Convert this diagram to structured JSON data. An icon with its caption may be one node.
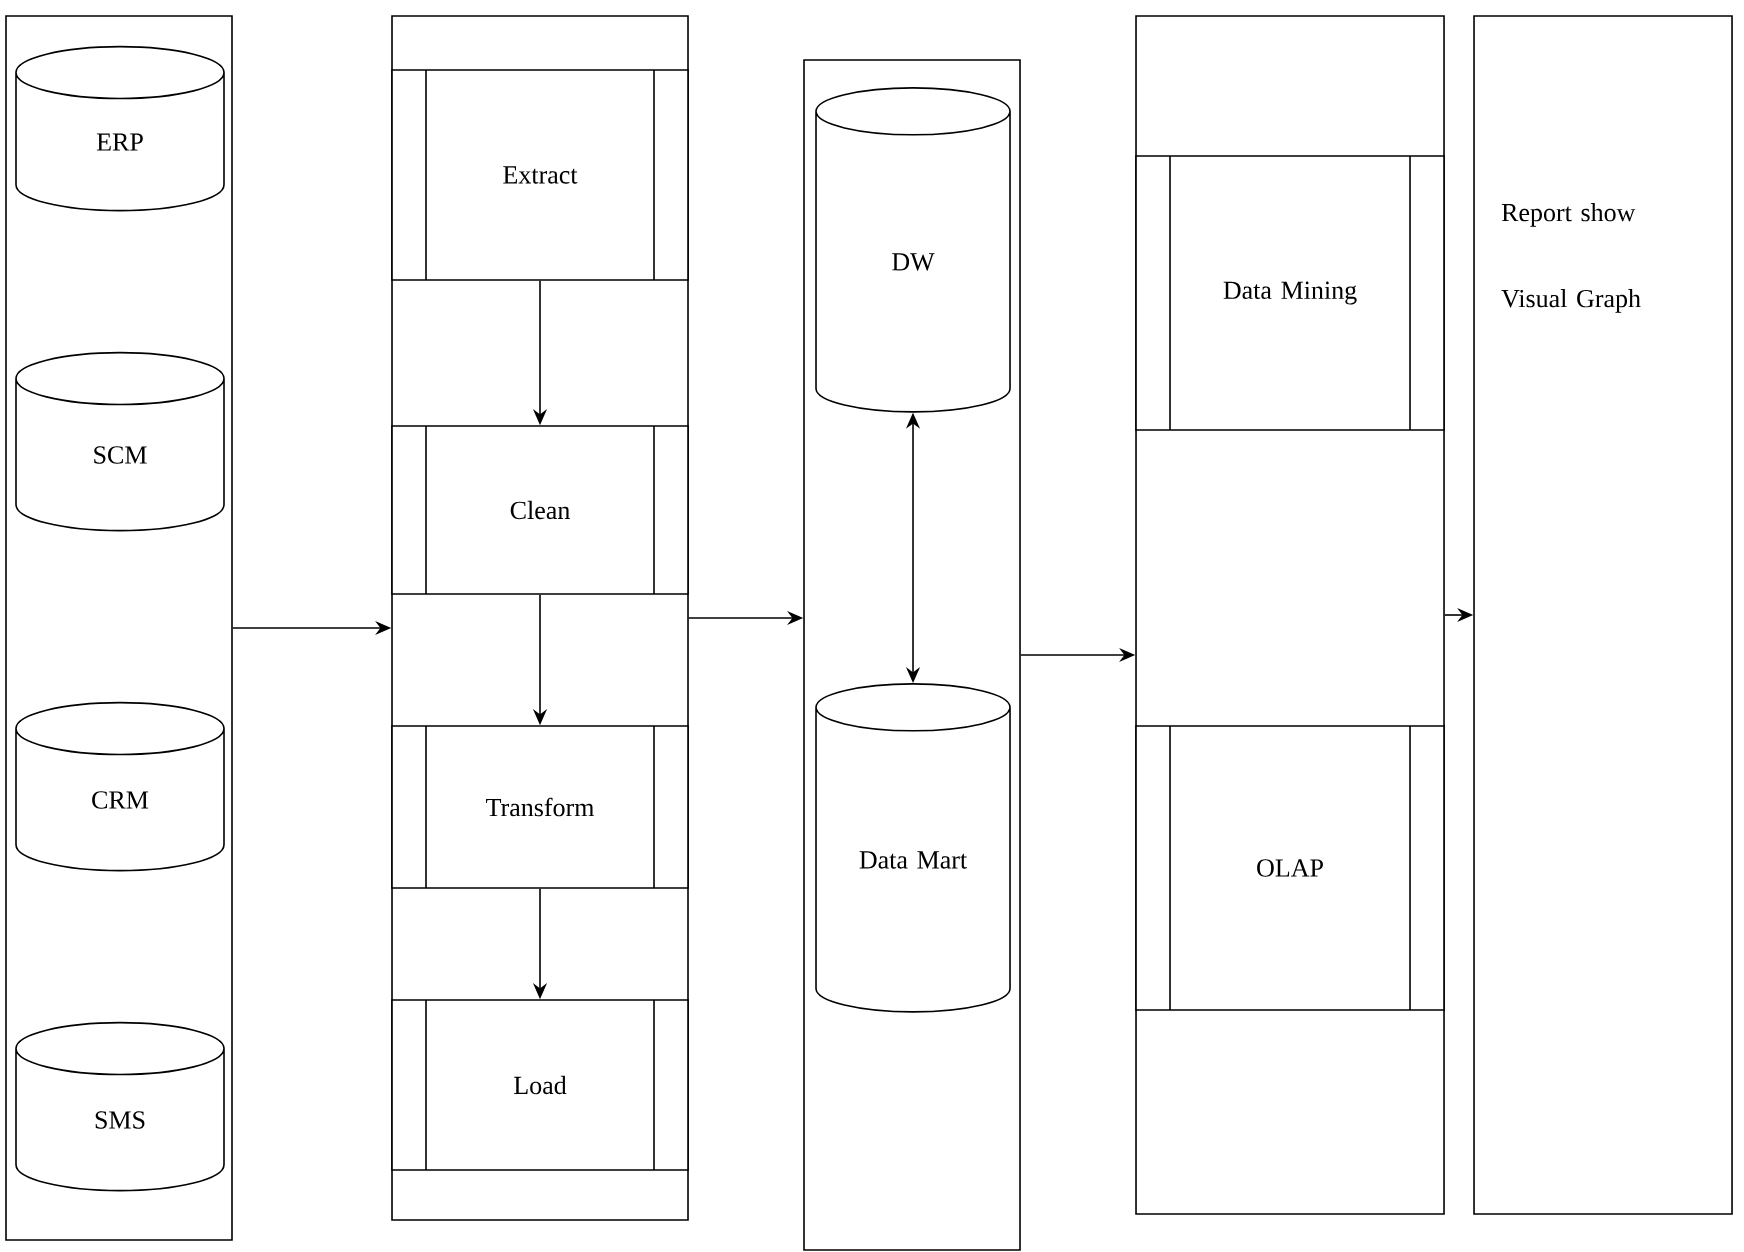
{
  "diagram": {
    "nodes": [
      {
        "text": [],
        "shape": "box"
      },
      {
        "text": [
          "ERP"
        ],
        "in": 0
      },
      {
        "text": [
          "SCM"
        ],
        "in": 0
      },
      {
        "text": [
          "CRM"
        ],
        "in": 0
      },
      {
        "text": [
          "SMS"
        ],
        "in": 0
      },
      {
        "text": [],
        "shape": "box"
      },
      {
        "text": [
          "Extract"
        ],
        "in": 5
      },
      {
        "text": [
          "Clean"
        ],
        "in": 5
      },
      {
        "text": [
          "Transform"
        ],
        "in": 5
      },
      {
        "text": [
          "Load"
        ],
        "in": 5
      },
      {
        "text": [],
        "shape": "box"
      },
      {
        "text": [
          "DW"
        ],
        "in": 10
      },
      {
        "text": [
          "Data Mart"
        ],
        "in": 10
      },
      {
        "text": [],
        "shape": "box"
      },
      {
        "text": [
          "Data Mining"
        ],
        "in": 13
      },
      {
        "text": [
          "OLAP"
        ],
        "in": 13
      },
      {
        "text": [
          "Report show",
          "Visual Graph"
        ]
      }
    ],
    "edges": [
      {
        "from": 0,
        "to": 5,
        "arrow": "to"
      },
      {
        "from": 6,
        "to": 7,
        "arrow": "to"
      },
      {
        "from": 7,
        "to": 8,
        "arrow": "to"
      },
      {
        "from": 8,
        "to": 9,
        "arrow": "to"
      },
      {
        "from": 5,
        "to": 10,
        "arrow": "to"
      },
      {
        "from": 11,
        "to": 12,
        "arrow": "both"
      },
      {
        "from": 10,
        "to": 13,
        "arrow": "to"
      },
      {
        "from": 13,
        "to": 16,
        "arrow": "to"
      }
    ]
  }
}
